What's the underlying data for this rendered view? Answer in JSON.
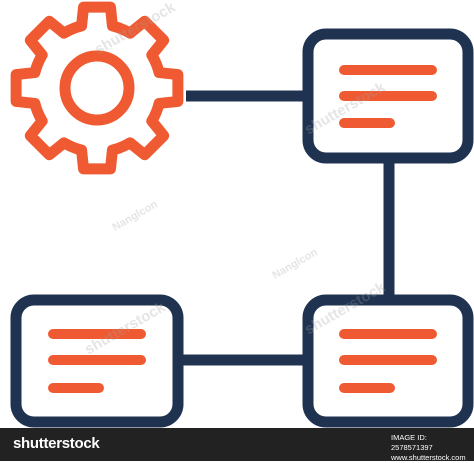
{
  "colors": {
    "accent": "#f05a32",
    "outline": "#1f3350",
    "background": "#ffffff",
    "footer": "#222222"
  },
  "icons": [
    "gear-icon",
    "document-card-icon"
  ],
  "footer": {
    "brand": "shutterstock",
    "image_id": "IMAGE ID: 2578571397",
    "site": "www.shutterstock.com"
  },
  "watermark": {
    "brand": "shutterstock",
    "author": "Nanglcon"
  }
}
